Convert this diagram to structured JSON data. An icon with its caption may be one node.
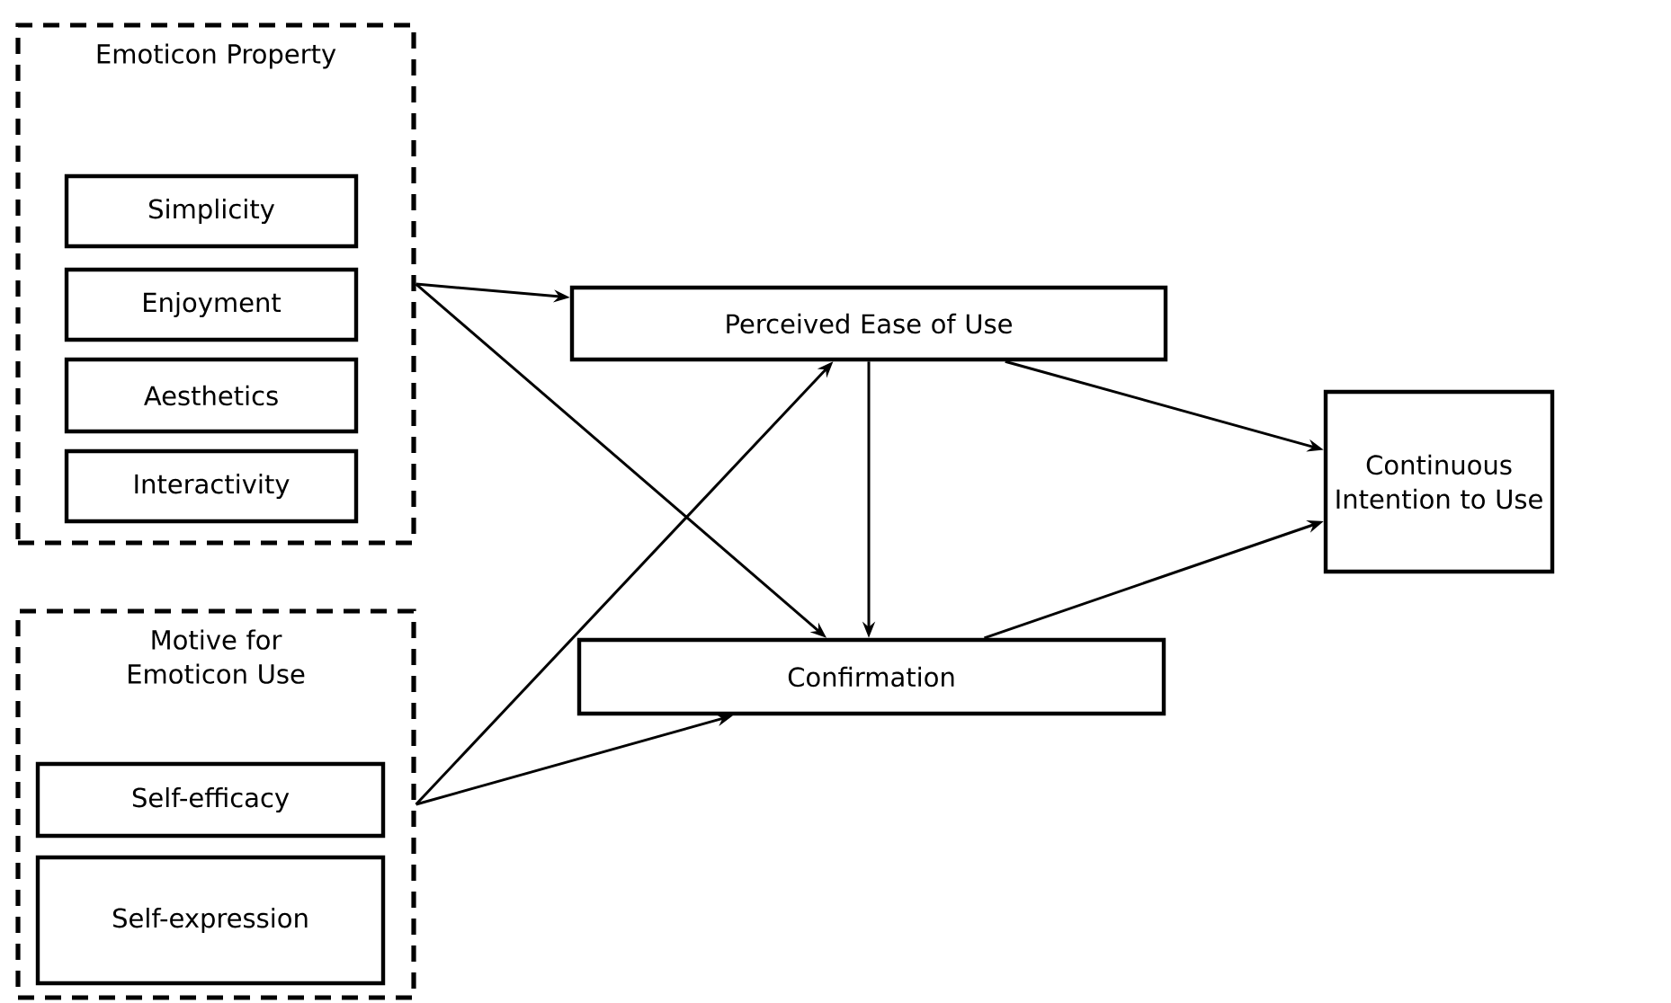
{
  "diagram": {
    "nodes": [
      {
        "text": [
          "Emoticon Property"
        ]
      },
      {
        "text": [
          "Simplicity"
        ],
        "in": 0
      },
      {
        "text": [
          "Enjoyment"
        ],
        "in": 0
      },
      {
        "text": [
          "Aesthetics"
        ],
        "in": 0
      },
      {
        "text": [
          "Interactivity"
        ],
        "in": 0
      },
      {
        "text": [
          "Motive for Emoticon Use"
        ]
      },
      {
        "text": [
          "Self-efficacy"
        ],
        "in": 5
      },
      {
        "text": [
          "Self-expression"
        ],
        "in": 5
      },
      {
        "text": [
          "Perceived Ease of Use"
        ]
      },
      {
        "text": [
          "Confirmation"
        ]
      },
      {
        "text": [
          "Continuous Intention to Use"
        ]
      }
    ],
    "edges": [
      {
        "from": 0,
        "to": 8,
        "arrow": "to"
      },
      {
        "from": 0,
        "to": 9,
        "arrow": "to"
      },
      {
        "from": 5,
        "to": 8,
        "arrow": "to"
      },
      {
        "from": 5,
        "to": 9,
        "arrow": "to"
      },
      {
        "from": 8,
        "to": 9,
        "arrow": "to"
      },
      {
        "from": 8,
        "to": 10,
        "arrow": "to"
      },
      {
        "from": 9,
        "to": 10,
        "arrow": "to"
      }
    ]
  }
}
